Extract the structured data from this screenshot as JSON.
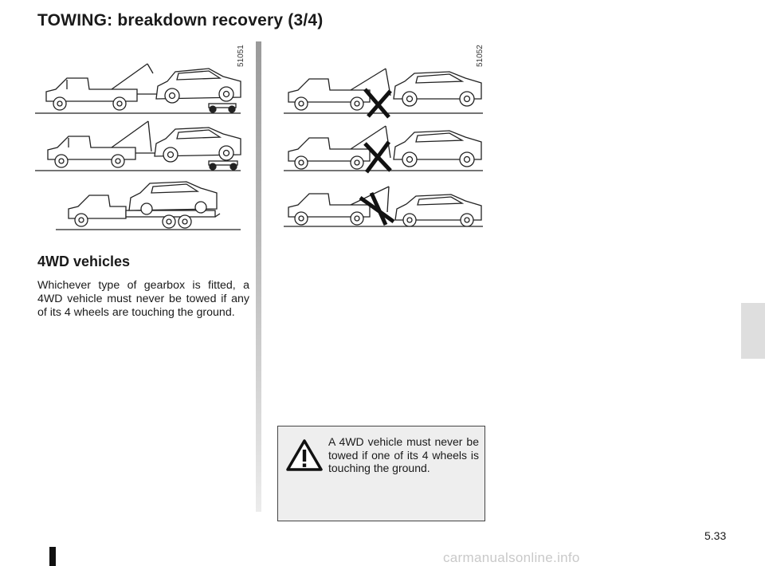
{
  "page": {
    "title": "TOWING: breakdown recovery (3/4)",
    "page_number": "5.33",
    "watermark": "carmanualsonline.info"
  },
  "figures": {
    "left_code": "51051",
    "right_code": "51052"
  },
  "section": {
    "heading": "4WD vehicles",
    "body": "Whichever type of gearbox is fitted, a 4WD vehicle must never be towed if any of its 4 wheels are touching the ground."
  },
  "warning": {
    "icon": "warning-triangle-icon",
    "text": "A 4WD vehicle must never be towed if one of its 4 wheels is touching the ground."
  },
  "colors": {
    "line_art": "#222222",
    "divider": "#b0b0b0",
    "warning_bg": "#eeeeee",
    "side_tab": "#dedede"
  }
}
